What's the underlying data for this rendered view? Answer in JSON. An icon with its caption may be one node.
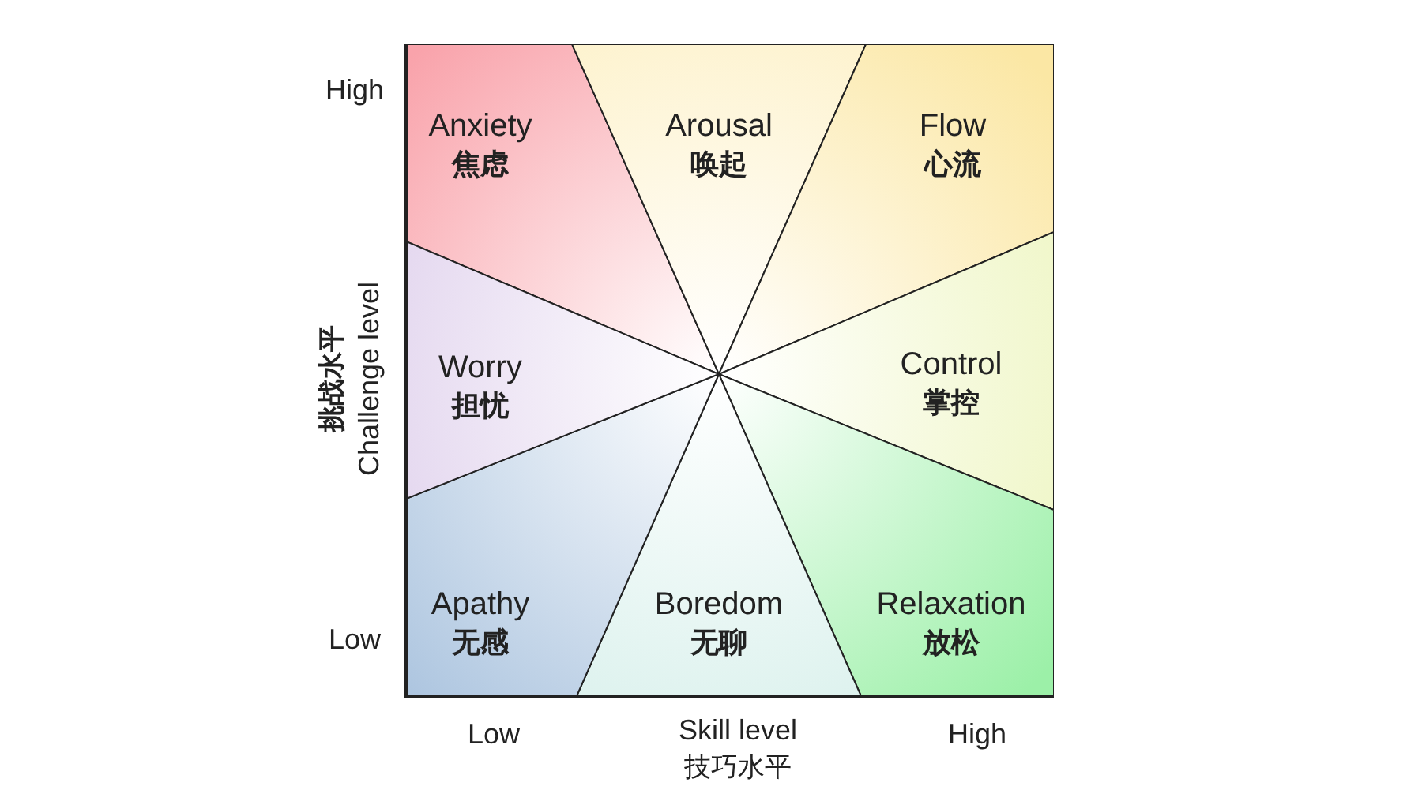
{
  "diagram": {
    "nodes": [
      {
        "text": [
          "Anxiety",
          "焦虑"
        ]
      },
      {
        "text": [
          "Arousal",
          "唤起"
        ]
      },
      {
        "text": [
          "Flow",
          "心流"
        ]
      },
      {
        "text": [
          "Control",
          "掌控"
        ]
      },
      {
        "text": [
          "Relaxation",
          "放松"
        ]
      },
      {
        "text": [
          "Boredom",
          "无聊"
        ]
      },
      {
        "text": [
          "Apathy",
          "无感"
        ]
      },
      {
        "text": [
          "Worry",
          "担忧"
        ]
      }
    ],
    "labels": [
      "High",
      "Low",
      "挑战水平",
      "Challenge level",
      "Low",
      "Skill level",
      "技巧水平",
      "High"
    ]
  }
}
